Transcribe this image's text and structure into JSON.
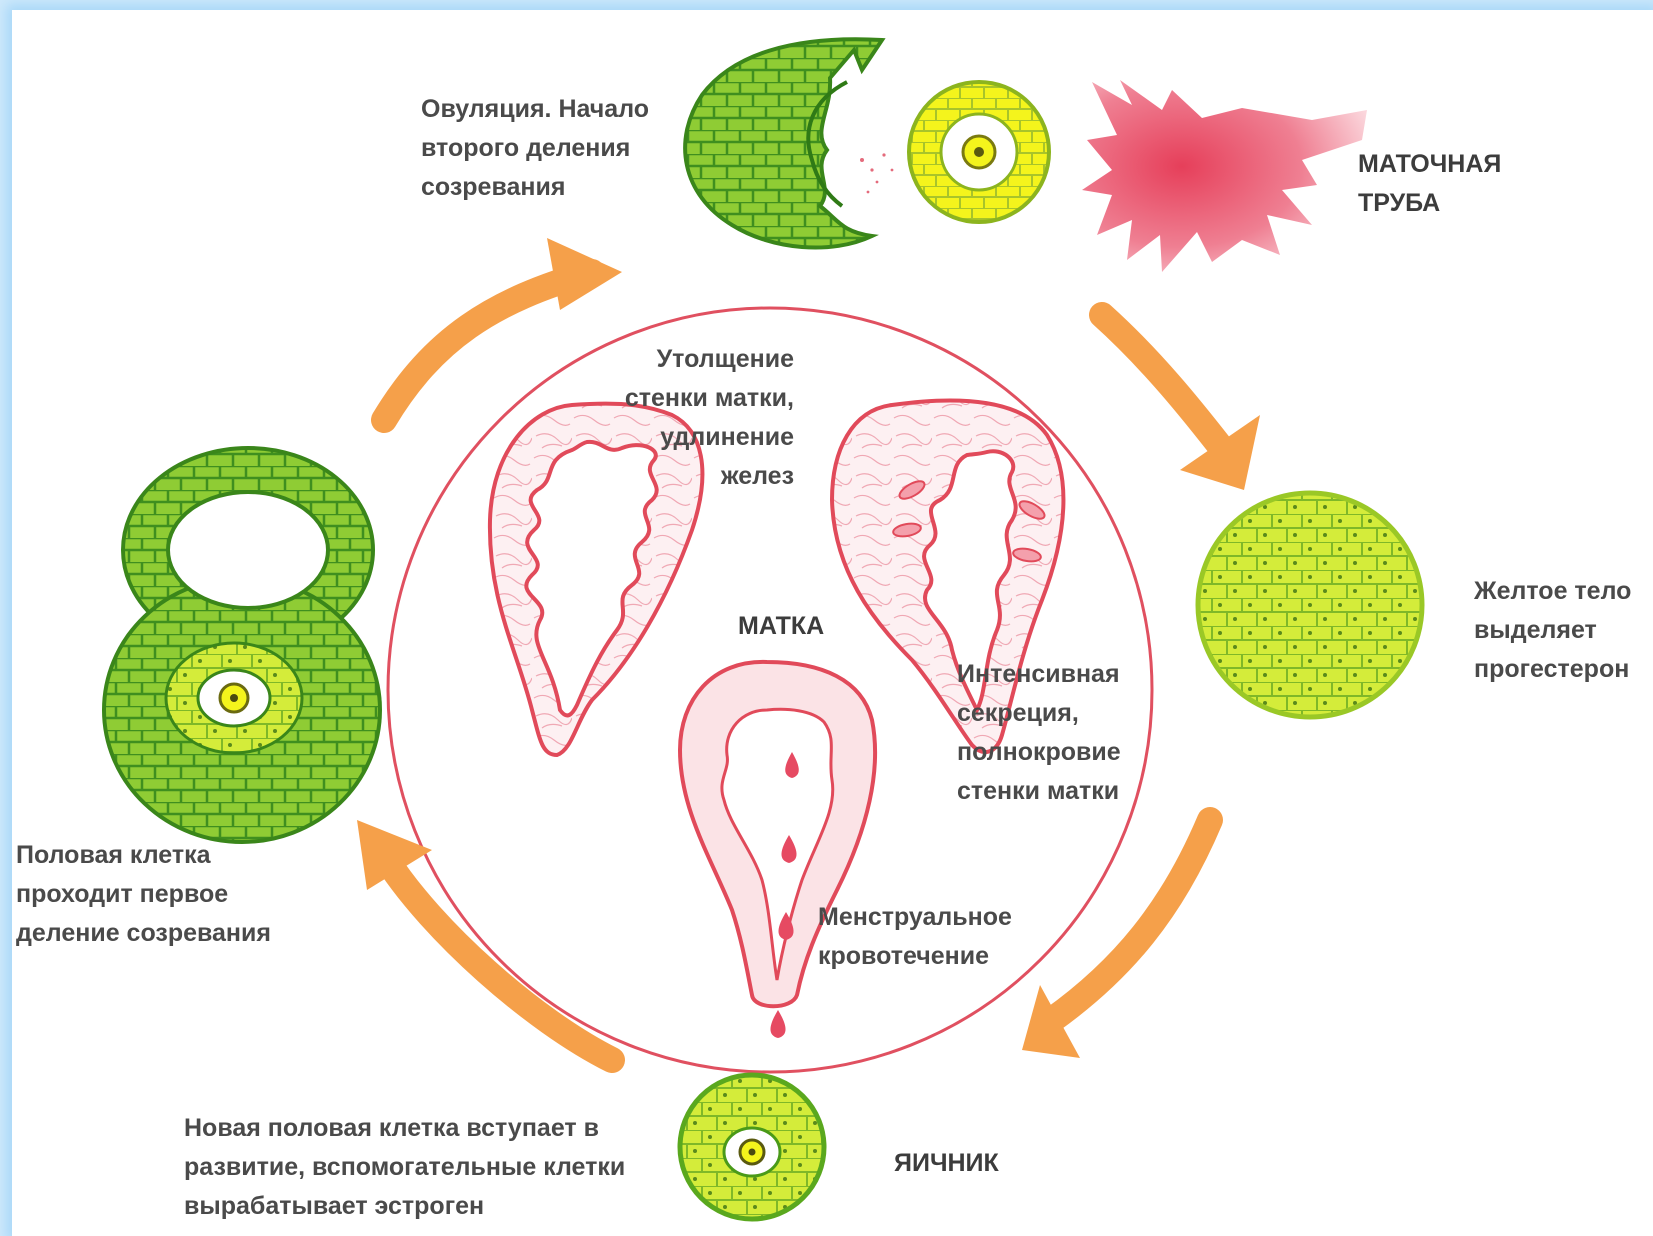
{
  "diagram": {
    "labels": {
      "ovulation": "Овуляция. Начало\nвторого деления\nсозревания",
      "fallopian_tube": "МАТОЧНАЯ\nТРУБА",
      "wall_thickening": "Утолщение\nстенки матки,\nудлинение\nжелез",
      "uterus": "МАТКА",
      "corpus_luteum": "Желтое тело\nвыделяет\nпрогестерон",
      "secretion": "Интенсивная\nсекреция,\nполнокровие\nстенки матки",
      "first_division": "Половая клетка\nпроходит первое\nделение созревания",
      "menstruation": "Менструальное\nкровотечение",
      "new_cell": "Новая половая клетка вступает в\nразвитие, вспомогательные клетки\nвырабатывает эстроген",
      "ovary": "ЯИЧНИК"
    },
    "colors": {
      "background_frame": "#cfe9fb",
      "arrow": "#f5a04a",
      "uterus_outline": "#e0404e",
      "uterus_fill": "#fbe3e6",
      "cell_dark_green": "#4ea62a",
      "cell_light_green": "#b5e040",
      "cell_yellow": "#f2f21c",
      "fallopian_tube": "#e64a62"
    },
    "icons": [
      "follicle-cell",
      "egg-cell",
      "corpus-luteum",
      "fallopian-tube",
      "uterus",
      "cycle-arrow",
      "blood-drop"
    ]
  }
}
